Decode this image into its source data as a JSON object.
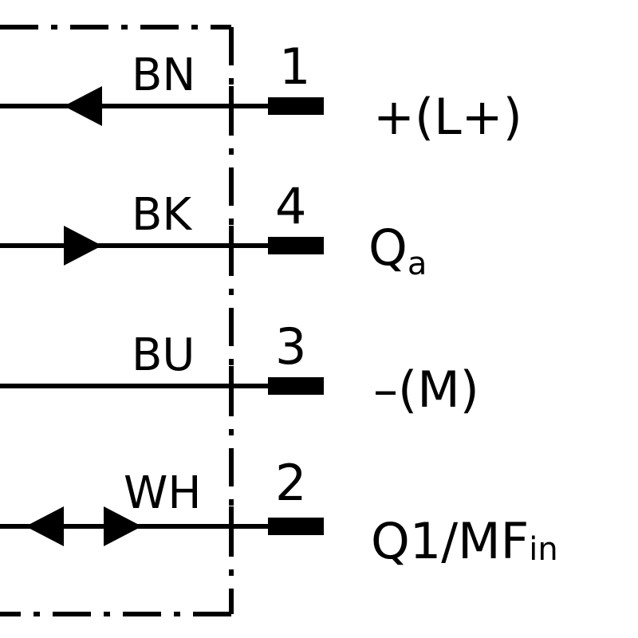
{
  "diagram": {
    "colors": {
      "ink": "#000000",
      "background": "#ffffff"
    },
    "connections": [
      {
        "wire_color": "BN",
        "pin": "1",
        "signal": "+(L+)",
        "signal_sub": "",
        "arrow": "left-pointing"
      },
      {
        "wire_color": "BK",
        "pin": "4",
        "signal": "Q",
        "signal_sub": "a",
        "arrow": "right-pointing"
      },
      {
        "wire_color": "BU",
        "pin": "3",
        "signal": "–(M)",
        "signal_sub": "",
        "arrow": "none"
      },
      {
        "wire_color": "WH",
        "pin": "2",
        "signal": "Q1/MF",
        "signal_sub": "in",
        "arrow": "bidirectional"
      }
    ]
  }
}
